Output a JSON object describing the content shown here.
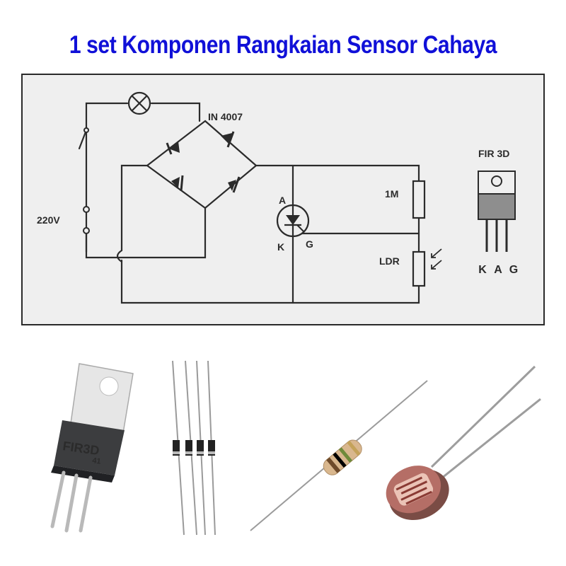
{
  "title": "1 set Komponen Rangkaian Sensor Cahaya",
  "colors": {
    "title": "#1010d8",
    "wire": "#2b2b2b",
    "panel": "#efefef"
  },
  "schematic": {
    "labels": {
      "diode": "IN 4007",
      "voltage": "220V",
      "resistor": "1M",
      "ldr": "LDR",
      "anode": "A",
      "cathode": "K",
      "gate": "G"
    },
    "package": {
      "name": "FIR 3D",
      "pins": [
        "K",
        "A",
        "G"
      ]
    }
  },
  "photos": {
    "scr": {
      "marking": "FIR3D",
      "code": "41",
      "icon": "scr-photo"
    },
    "diodes": {
      "icon": "diodes-photo"
    },
    "resistor": {
      "icon": "resistor-photo"
    },
    "ldr": {
      "icon": "ldr-photo"
    }
  }
}
